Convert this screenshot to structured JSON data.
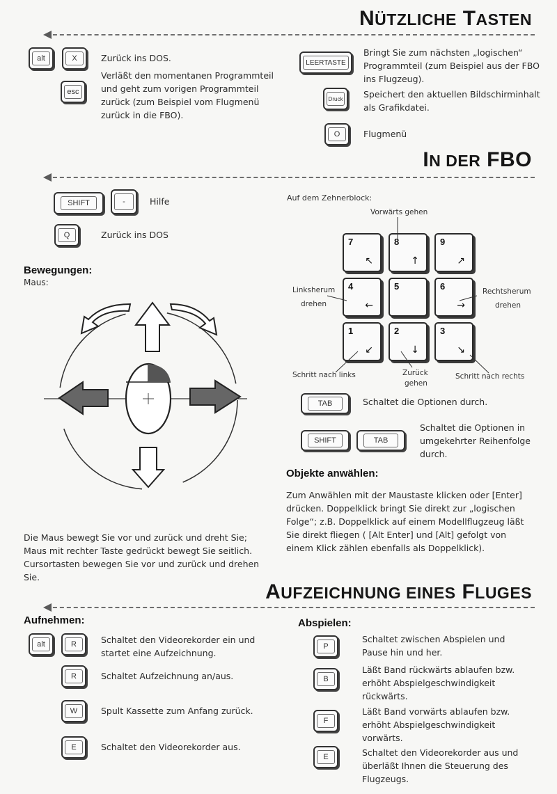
{
  "sections": {
    "keys": {
      "title_1": "N",
      "title_2": "ÜTZLICHE",
      "title_3": "T",
      "title_4": "ASTEN"
    },
    "fbo": {
      "title_1": "I",
      "title_2": "N DER",
      "title_3": "FBO"
    },
    "record": {
      "title_1": "A",
      "title_2": "UFZEICHNUNG EINES",
      "title_3": "F",
      "title_4": "LUGES"
    }
  },
  "useful": {
    "key_alt": "alt",
    "key_x": "X",
    "text_exit": "Zurück ins DOS.",
    "key_esc": "esc",
    "text_esc": "Verläßt den momentanen Programmteil und geht zum vorigen Programmteil zurück (zum Beispiel vom Flugmenü zurück in die FBO).",
    "key_space": "LEERTASTE",
    "text_space": "Bringt Sie zum nächsten „logischen“ Programmteil (zum Beispiel aus der FBO ins Flugzeug).",
    "key_print": "Druck",
    "text_print": "Speichert den aktuellen Bildschirminhalt als Grafikdatei.",
    "key_o": "O",
    "text_o": "Flugmenü"
  },
  "fbo": {
    "key_shift": "SHIFT",
    "key_minus": "-",
    "text_help": "Hilfe",
    "key_q": "Q",
    "text_q": "Zurück ins DOS",
    "movement_heading": "Bewegungen:",
    "mouse_label": "Maus:",
    "numpad_heading": "Auf dem Zehnerblock:",
    "forward": "Vorwärts gehen",
    "left_turn_1": "Linksherum",
    "left_turn_2": "drehen",
    "right_turn_1": "Rechtsherum",
    "right_turn_2": "drehen",
    "step_left": "Schritt nach links",
    "back_1": "Zurück",
    "back_2": "gehen",
    "step_right": "Schritt nach rechts",
    "numpad": [
      {
        "num": "7",
        "arrow": "↖"
      },
      {
        "num": "8",
        "arrow": "↑"
      },
      {
        "num": "9",
        "arrow": "↗"
      },
      {
        "num": "4",
        "arrow": "←"
      },
      {
        "num": "5",
        "arrow": ""
      },
      {
        "num": "6",
        "arrow": "→"
      },
      {
        "num": "1",
        "arrow": "↙"
      },
      {
        "num": "2",
        "arrow": "↓"
      },
      {
        "num": "3",
        "arrow": "↘"
      }
    ],
    "key_tab": "TAB",
    "text_tab": "Schaltet die Optionen durch.",
    "key_shift2": "SHIFT",
    "key_tab2": "TAB",
    "text_shift_tab": "Schaltet die Optionen in umgekehrter Reihenfolge durch.",
    "select_heading": "Objekte anwählen:",
    "select_text": "Zum Anwählen mit der Maustaste klicken oder [Enter] drücken. Doppelklick bringt Sie direkt zur „logischen Folge“; z.B. Doppelklick auf einem Modellflugzeug läßt Sie direkt fliegen ( [Alt Enter] und [Alt] gefolgt von einem Klick zählen ebenfalls als Doppelklick).",
    "mouse_text": "Die Maus bewegt Sie vor und zurück und dreht Sie; Maus mit rechter Taste gedrückt bewegt Sie seitlich. Cursortasten bewegen Sie vor und zurück und drehen Sie."
  },
  "record": {
    "rec_heading": "Aufnehmen:",
    "key_alt": "alt",
    "key_r": "R",
    "text_alt_r": "Schaltet den Videorekorder ein und startet eine Aufzeichnung.",
    "key_r2": "R",
    "text_r": "Schaltet Aufzeichnung an/aus.",
    "key_w": "W",
    "text_w": "Spult Kassette zum Anfang zurück.",
    "key_e": "E",
    "text_e": "Schaltet den Videorekorder aus.",
    "play_heading": "Abspielen:",
    "key_p": "P",
    "text_p": "Schaltet zwischen Abspielen und Pause hin und her.",
    "key_b": "B",
    "text_b": "Läßt Band rückwärts ablaufen bzw. erhöht Abspielgeschwindigkeit rückwärts.",
    "key_f": "F",
    "text_f": "Läßt Band vorwärts ablaufen bzw. erhöht Abspielgeschwindigkeit vorwärts.",
    "key_e2": "E",
    "text_e2": "Schaltet den Videorekorder aus und überläßt Ihnen die Steuerung des Flugzeugs."
  }
}
